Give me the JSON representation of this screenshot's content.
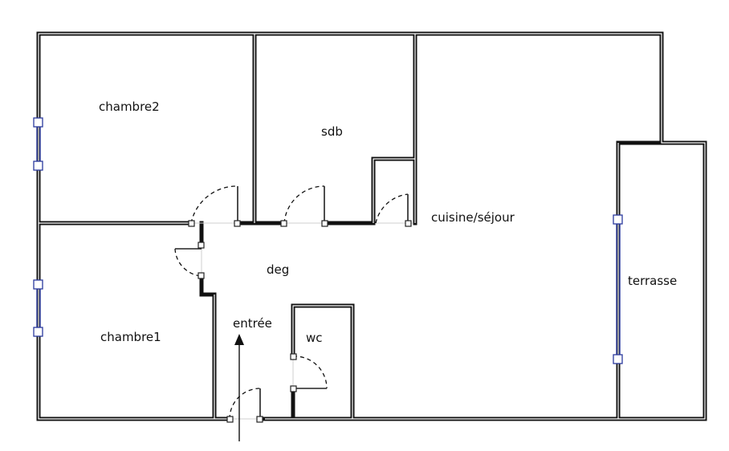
{
  "plan": {
    "rooms": {
      "chambre2": "chambre2",
      "sdb": "sdb",
      "cuisine_sejour": "cuisine/séjour",
      "deg": "deg",
      "terrasse": "terrasse",
      "entree": "entrée",
      "wc": "wc",
      "chambre1": "chambre1"
    },
    "colors": {
      "wall": "#111111",
      "window": "#2b3a9e",
      "background": "#ffffff"
    },
    "icons": {
      "entrance_marker": "arrow-up-icon"
    }
  }
}
